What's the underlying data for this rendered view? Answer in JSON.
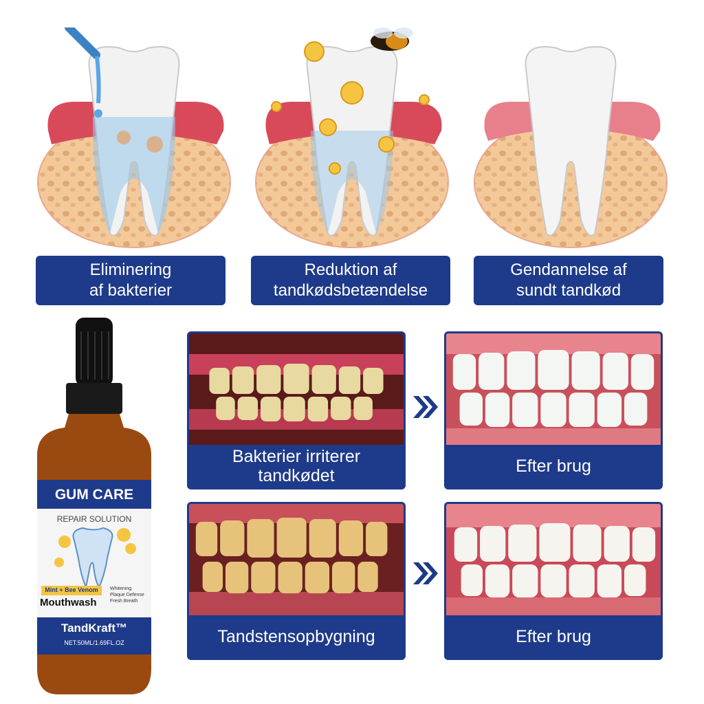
{
  "steps": [
    {
      "label": "Eliminering\naf bakterier",
      "icon": "tooth-water-drop-icon"
    },
    {
      "label": "Reduktion af\ntandkødsbetændelse",
      "icon": "tooth-bee-icon"
    },
    {
      "label": "Gendannelse af\nsundt tandkød",
      "icon": "healthy-tooth-icon"
    }
  ],
  "product": {
    "title": "GUM CARE",
    "subtitle": "REPAIR SOLUTION",
    "ingredient": "Mint + Bee Venom",
    "type": "Mouthwash",
    "benefits": [
      "Whitening",
      "Plaque Defense",
      "Fresh Breath"
    ],
    "brand": "TandKraft™",
    "volume": "NET.50ML/1.69FL.OZ"
  },
  "comparisons": [
    {
      "before": "Bakterier irriterer\ntandkødet",
      "after": "Efter brug"
    },
    {
      "before": "Tandstensopbygning",
      "after": "Efter brug"
    }
  ],
  "colors": {
    "brand_blue": "#1e3a8a",
    "gum_red": "#d84a5a",
    "bone": "#f3c99a"
  }
}
